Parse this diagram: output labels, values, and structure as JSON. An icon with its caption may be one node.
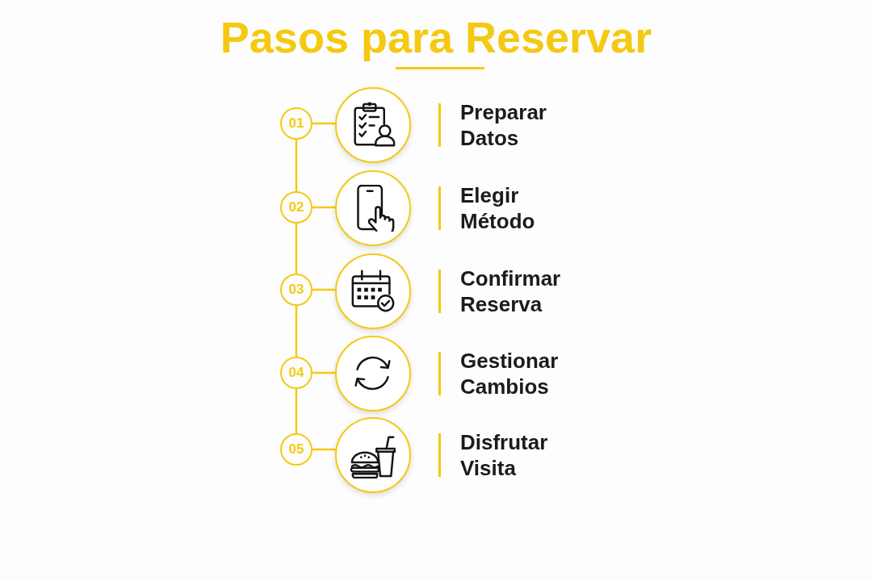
{
  "diagram": {
    "title": "Pasos para Reservar",
    "nodes": [
      {
        "text": [
          "01"
        ]
      },
      {
        "text": [],
        "shape": "circle",
        "beside": [
          "Preparar Datos"
        ]
      },
      {
        "text": [
          "02"
        ]
      },
      {
        "text": [],
        "shape": "circle",
        "beside": [
          "Elegir Método"
        ]
      },
      {
        "text": [
          "03"
        ]
      },
      {
        "text": [],
        "shape": "circle",
        "beside": [
          "Confirmar Reserva"
        ]
      },
      {
        "text": [
          "04"
        ]
      },
      {
        "text": [],
        "shape": "circle",
        "beside": [
          "Gestionar Cambios"
        ]
      },
      {
        "text": [
          "05"
        ]
      },
      {
        "text": [],
        "shape": "circle",
        "beside": [
          "Disfrutar Visita"
        ]
      }
    ],
    "edges": [
      {
        "from": 0,
        "to": 1,
        "arrow": "none"
      },
      {
        "from": 0,
        "to": 2,
        "arrow": "none"
      },
      {
        "from": 2,
        "to": 3,
        "arrow": "none"
      },
      {
        "from": 2,
        "to": 4,
        "arrow": "none"
      },
      {
        "from": 4,
        "to": 5,
        "arrow": "none"
      },
      {
        "from": 4,
        "to": 6,
        "arrow": "none"
      },
      {
        "from": 6,
        "to": 7,
        "arrow": "none"
      },
      {
        "from": 6,
        "to": 8,
        "arrow": "none"
      },
      {
        "from": 8,
        "to": 9,
        "arrow": "none"
      }
    ]
  }
}
